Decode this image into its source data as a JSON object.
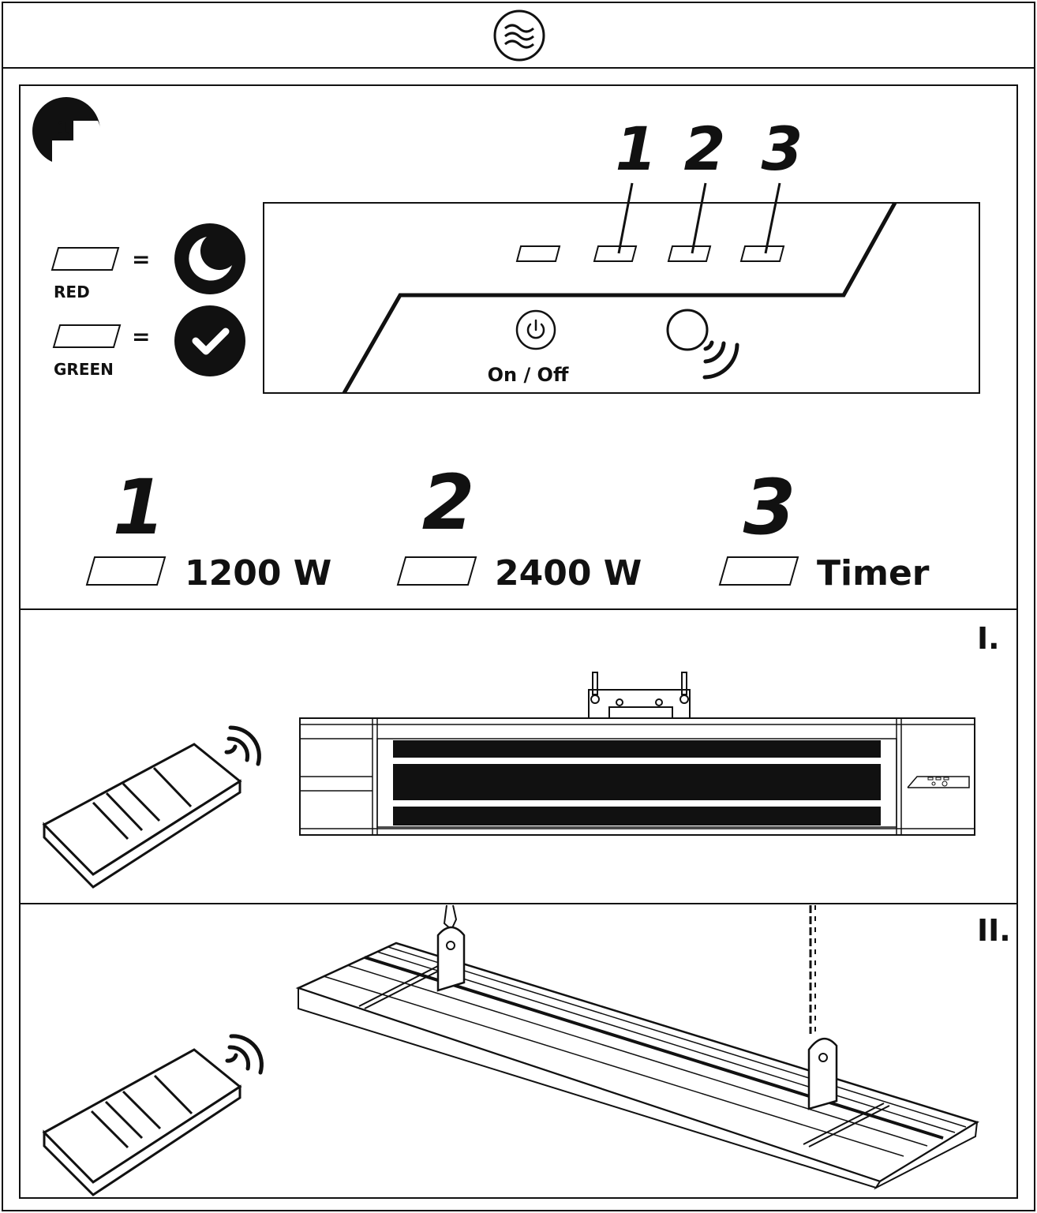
{
  "header": {
    "logo_icon": "waves-icon"
  },
  "step": {
    "number": "1"
  },
  "legend": {
    "red_label": "RED",
    "green_label": "GREEN",
    "equals": "=",
    "red_icon": "moon-icon",
    "green_icon": "check-icon"
  },
  "panel": {
    "indicator_numbers": [
      "1",
      "2",
      "3"
    ],
    "power_label": "On / Off",
    "power_icon": "power-icon",
    "sensor_icon": "remote-sensor-icon"
  },
  "modes": [
    {
      "number": "1",
      "label": "1200 W"
    },
    {
      "number": "2",
      "label": "2400 W"
    },
    {
      "number": "3",
      "label": "Timer"
    }
  ],
  "sections": {
    "wall_mount_label": "I.",
    "ceiling_mount_label": "II."
  },
  "colors": {
    "line": "#111111",
    "background": "#ffffff"
  }
}
